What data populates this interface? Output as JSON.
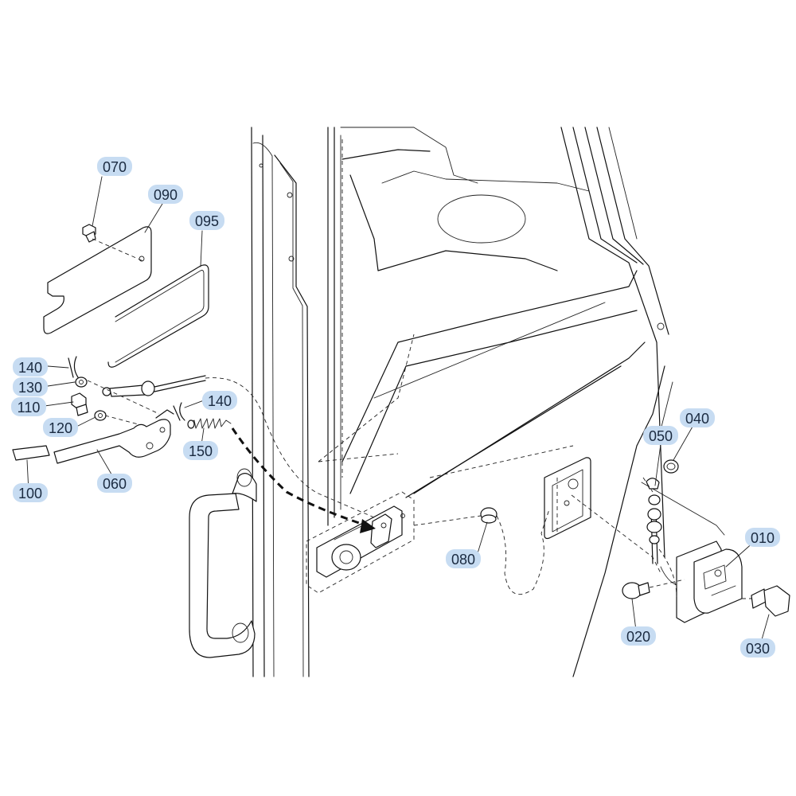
{
  "callouts": [
    {
      "id": "c070",
      "label": "070"
    },
    {
      "id": "c090",
      "label": "090"
    },
    {
      "id": "c095",
      "label": "095"
    },
    {
      "id": "c140a",
      "label": "140"
    },
    {
      "id": "c130",
      "label": "130"
    },
    {
      "id": "c110",
      "label": "110"
    },
    {
      "id": "c120",
      "label": "120"
    },
    {
      "id": "c140b",
      "label": "140"
    },
    {
      "id": "c150",
      "label": "150"
    },
    {
      "id": "c100",
      "label": "100"
    },
    {
      "id": "c060",
      "label": "060"
    },
    {
      "id": "c050",
      "label": "050"
    },
    {
      "id": "c040",
      "label": "040"
    },
    {
      "id": "c080",
      "label": "080"
    },
    {
      "id": "c010",
      "label": "010"
    },
    {
      "id": "c020",
      "label": "020"
    },
    {
      "id": "c030",
      "label": "030"
    }
  ],
  "colors": {
    "callout_highlight": "#c7dcf2",
    "line": "#111111"
  }
}
